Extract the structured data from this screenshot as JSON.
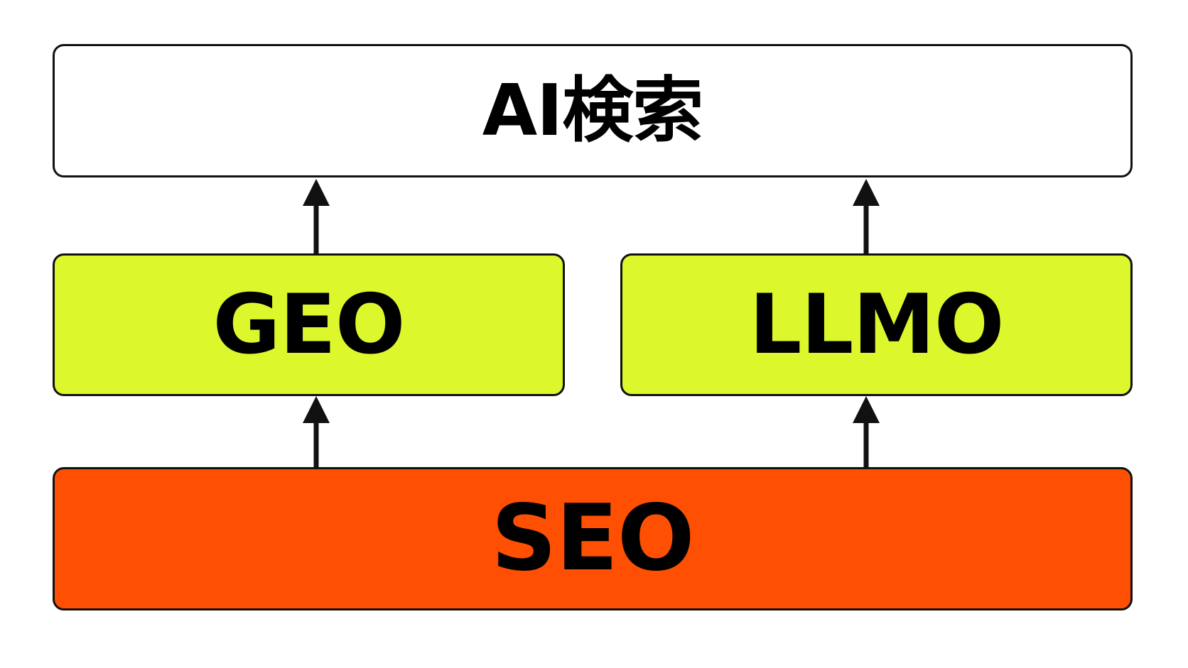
{
  "colors": {
    "top_fill": "#ffffff",
    "middle_fill": "#dcf72c",
    "bottom_fill": "#fe4f02",
    "border": "#111111",
    "text": "#000000"
  },
  "top": {
    "label": "AI検索"
  },
  "middle": [
    {
      "label": "GEO"
    },
    {
      "label": "LLMO"
    }
  ],
  "bottom": {
    "label": "SEO"
  },
  "arrows": [
    {
      "from": "SEO",
      "to": "GEO"
    },
    {
      "from": "SEO",
      "to": "LLMO"
    },
    {
      "from": "GEO",
      "to": "AI検索"
    },
    {
      "from": "LLMO",
      "to": "AI検索"
    }
  ]
}
